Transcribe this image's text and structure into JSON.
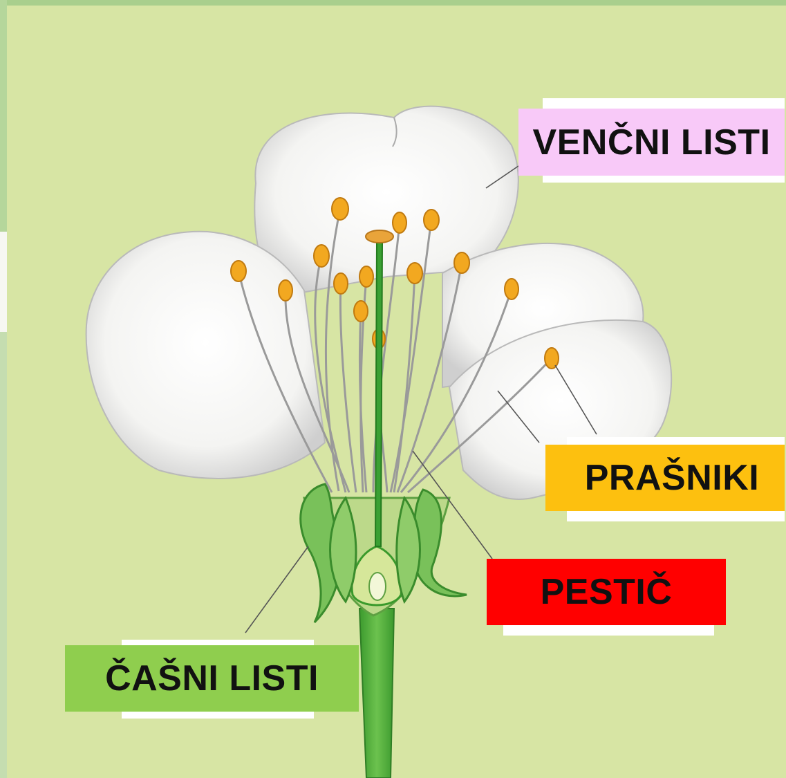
{
  "labels": {
    "petals": "VENČNI LISTI",
    "anthers": "PRAŠNIKI",
    "pistil": "PESTIČ",
    "sepals": "ČAŠNI LISTI"
  },
  "colors": {
    "background": "#d7e5a4",
    "petals_label": "#f8c9f8",
    "anthers_label": "#fdc00f",
    "pistil_label": "#ff0000",
    "sepals_label": "#8fce4e",
    "petal": "#ffffff",
    "stem": "#4ca83a",
    "anther": "#f2a820"
  }
}
